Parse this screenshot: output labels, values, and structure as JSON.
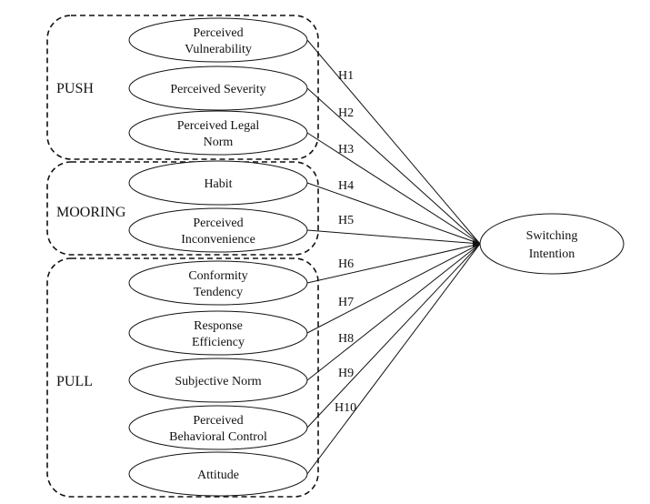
{
  "groups": [
    {
      "label": "PUSH"
    },
    {
      "label": "MOORING"
    },
    {
      "label": "PULL"
    }
  ],
  "constructs": [
    {
      "lines": [
        "Perceived",
        "Vulnerability"
      ],
      "group": "PUSH",
      "hypothesis": "H1"
    },
    {
      "lines": [
        "Perceived Severity"
      ],
      "group": "PUSH",
      "hypothesis": "H2"
    },
    {
      "lines": [
        "Perceived Legal",
        "Norm"
      ],
      "group": "PUSH",
      "hypothesis": "H3"
    },
    {
      "lines": [
        "Habit"
      ],
      "group": "MOORING",
      "hypothesis": "H4"
    },
    {
      "lines": [
        "Perceived",
        "Inconvenience"
      ],
      "group": "MOORING",
      "hypothesis": "H5"
    },
    {
      "lines": [
        "Conformity",
        "Tendency"
      ],
      "group": "PULL",
      "hypothesis": "H6"
    },
    {
      "lines": [
        "Response",
        "Efficiency"
      ],
      "group": "PULL",
      "hypothesis": "H7"
    },
    {
      "lines": [
        "Subjective Norm"
      ],
      "group": "PULL",
      "hypothesis": "H8"
    },
    {
      "lines": [
        "Perceived",
        "Behavioral Control"
      ],
      "group": "PULL",
      "hypothesis": "H9"
    },
    {
      "lines": [
        "Attitude"
      ],
      "group": "PULL",
      "hypothesis": "H10"
    }
  ],
  "outcome": {
    "lines": [
      "Switching",
      "Intention"
    ]
  },
  "colors": {
    "stroke": "#111111",
    "background": "#ffffff"
  }
}
